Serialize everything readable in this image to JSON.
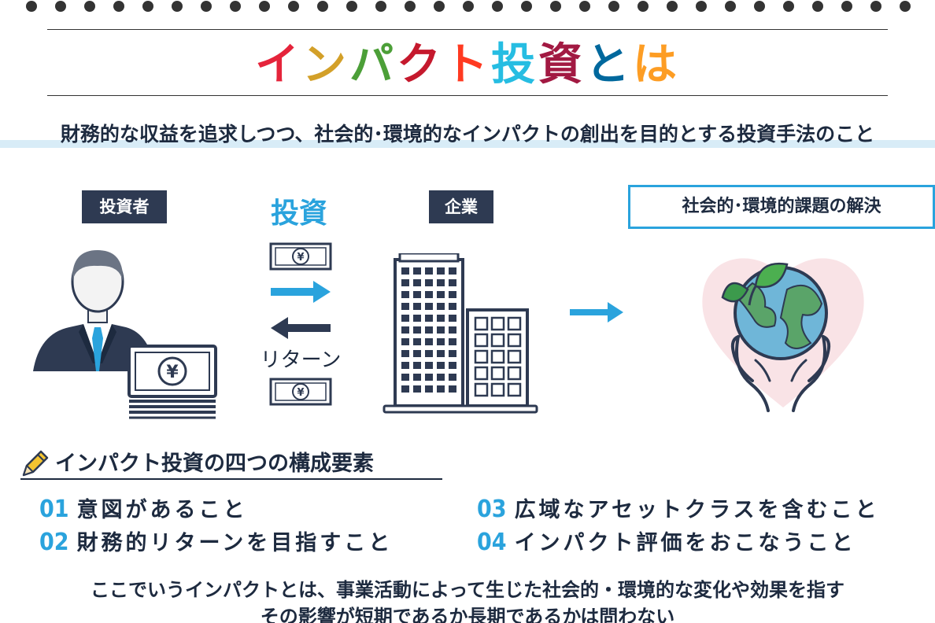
{
  "title": {
    "chars": [
      {
        "ch": "イ",
        "color": "#e5243b"
      },
      {
        "ch": "ン",
        "color": "#d3a029"
      },
      {
        "ch": "パ",
        "color": "#4c9f38"
      },
      {
        "ch": "ク",
        "color": "#c5192d"
      },
      {
        "ch": "ト",
        "color": "#ff3a21"
      },
      {
        "ch": "投",
        "color": "#26bde2"
      },
      {
        "ch": "資",
        "color": "#a21942"
      },
      {
        "ch": "と",
        "color": "#00689d"
      },
      {
        "ch": "は",
        "color": "#fd9d24"
      }
    ]
  },
  "subtitle": "財務的な収益を追求しつつ、社会的･環境的なインパクトの創出を目的とする投資手法のこと",
  "diagram": {
    "investor_label": "投資者",
    "company_label": "企業",
    "invest_label": "投資",
    "return_label": "リターン",
    "result_label": "社会的･環境的課題の解決",
    "currency_symbol": "¥"
  },
  "elements_section": {
    "title": "インパクト投資の四つの構成要素",
    "items": [
      {
        "num": "01",
        "text": "意図があること"
      },
      {
        "num": "02",
        "text": "財務的リターンを目指すこと"
      },
      {
        "num": "03",
        "text": "広域なアセットクラスを含むこと"
      },
      {
        "num": "04",
        "text": "インパクト評価をおこなうこと"
      }
    ]
  },
  "footer": {
    "line1": "ここでいうインパクトとは、事業活動によって生じた社会的・環境的な変化や効果を指す",
    "line2": "その影響が短期であるか長期であるかは問わない"
  },
  "colors": {
    "navy": "#2e3a52",
    "accent_blue": "#2aa3dd",
    "heart_pink": "#f9e3e6",
    "leaf_green": "#4caf50",
    "earth_blue": "#6fb6d8"
  }
}
